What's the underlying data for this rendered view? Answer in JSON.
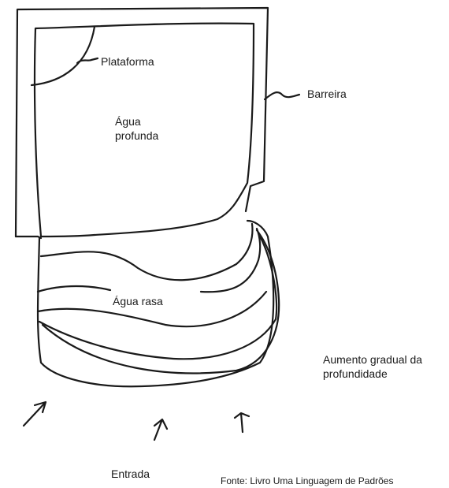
{
  "labels": {
    "platform": "Plataforma",
    "barrier": "Barreira",
    "deep_water": "Água profunda",
    "shallow_water": "Água rasa",
    "gradual_increase": "Aumento gradual da profundidade",
    "entrance": "Entrada",
    "source": "Fonte: Livro Uma Linguagem de Padrões"
  },
  "colors": {
    "ink": "#1a1a1a",
    "background": "#ffffff"
  }
}
